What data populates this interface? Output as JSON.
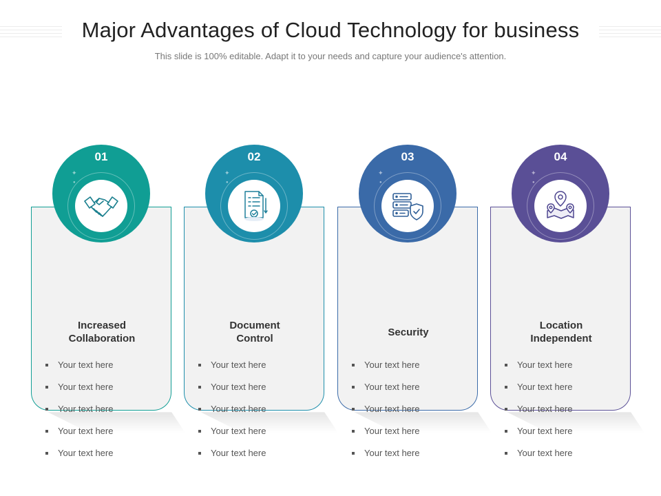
{
  "header": {
    "title": "Major Advantages of Cloud Technology for business",
    "subtitle": "This slide is 100% editable. Adapt it to your needs and capture your audience's attention."
  },
  "cards": [
    {
      "number": "01",
      "title_lines": [
        "Increased",
        "Collaboration"
      ],
      "icon": "handshake-icon",
      "color": "#109e94",
      "points": [
        "Your text here",
        "Your text here",
        "Your text here",
        "Your text here",
        "Your text here"
      ]
    },
    {
      "number": "02",
      "title_lines": [
        "Document",
        "Control"
      ],
      "icon": "document-check-icon",
      "color": "#1d8eab",
      "points": [
        "Your text here",
        "Your text here",
        "Your text here",
        "Your text here",
        "Your text here"
      ]
    },
    {
      "number": "03",
      "title_lines": [
        "",
        "Security"
      ],
      "icon": "server-shield-icon",
      "color": "#3a6aa8",
      "points": [
        "Your text here",
        "Your text here",
        "Your text here",
        "Your text here",
        "Your text here"
      ]
    },
    {
      "number": "04",
      "title_lines": [
        "Location",
        "Independent"
      ],
      "icon": "map-location-icon",
      "color": "#5a4f96",
      "points": [
        "Your text here",
        "Your text here",
        "Your text here",
        "Your text here",
        "Your text here"
      ]
    }
  ]
}
